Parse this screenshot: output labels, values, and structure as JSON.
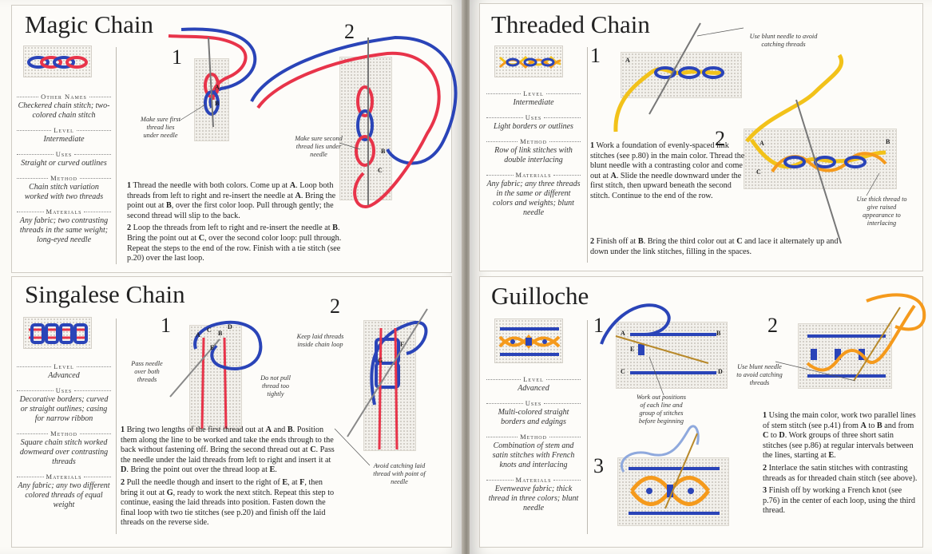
{
  "headers": {
    "other_names": "Other Names",
    "level": "Level",
    "uses": "Uses",
    "method": "Method",
    "materials": "Materials"
  },
  "magic": {
    "title": "Magic Chain",
    "other_names": "Checkered chain stitch; two-colored chain stitch",
    "level": "Intermediate",
    "uses": "Straight or curved outlines",
    "method": "Chain stitch variation worked with two threads",
    "materials": "Any fabric; two contrasting threads in the same weight; long-eyed needle",
    "num1": "1",
    "num2": "2",
    "note1": "Make sure first thread lies under needle",
    "note2": "Make sure second thread lies under needle",
    "lbl_a": "A",
    "lbl_b1": "B",
    "lbl_b2": "B",
    "lbl_c": "C",
    "s1_num": "1",
    "s1_a": " Thread the needle with both colors. Come up at ",
    "s1_b": "A",
    "s1_c": ". Loop both threads from left to right and re-insert the needle at ",
    "s1_d": "A",
    "s1_e": ". Bring the point out at ",
    "s1_f": "B",
    "s1_g": ", over the first color loop. Pull through gently; the second thread will slip to the back.",
    "s2_num": "2",
    "s2_a": " Loop the threads from left to right and re-insert the needle at ",
    "s2_b": "B",
    "s2_c": ". Bring the point out at ",
    "s2_d": "C",
    "s2_e": ", over the second color loop: pull through. Repeat the steps to the end of the row. Finish with a tie stitch (see p.20) over the last loop."
  },
  "singalese": {
    "title": "Singalese Chain",
    "level": "Advanced",
    "uses": "Decorative borders; curved or straight outlines; casing for narrow ribbon",
    "method": "Square chain stitch worked downward over contrasting threads",
    "materials": "Any fabric; any two different colored threads of equal weight",
    "num1": "1",
    "num2": "2",
    "note_pass": "Pass needle over both threads",
    "note_pull": "Do not pull thread too tightly",
    "note_keep": "Keep laid threads inside chain loop",
    "note_avoid": "Avoid catching laid thread with point of needle",
    "lbl_a": "A",
    "lbl_c": "C",
    "lbl_b": "B",
    "lbl_d": "D",
    "lbl_e": "E",
    "lbl_f": "F",
    "lbl_g": "G",
    "s1_num": "1",
    "s1_a": " Bring two lengths of the first thread out at ",
    "s1_b": "A",
    "s1_c": " and ",
    "s1_d": "B",
    "s1_e": ". Position them along the line to be worked and take the ends through to the back without fastening off. Bring the second thread out at ",
    "s1_f": "C",
    "s1_g": ". Pass the needle under the laid threads from left to right and insert it at ",
    "s1_h": "D",
    "s1_i": ". Bring the point out over the thread loop at ",
    "s1_j": "E",
    "s1_k": ".",
    "s2_num": "2",
    "s2_a": " Pull the needle though and insert to the right of ",
    "s2_b": "E",
    "s2_c": ", at ",
    "s2_d": "F",
    "s2_e": ", then bring it out at ",
    "s2_f": "G",
    "s2_g": ", ready to work the next stitch. Repeat this step to continue, easing the laid threads into position. Fasten down the final loop with two tie stitches (see p.20) and finish off the laid threads on the reverse side."
  },
  "threaded": {
    "title": "Threaded Chain",
    "level": "Intermediate",
    "uses": "Light borders or outlines",
    "method": "Row of link stitches with double interlacing",
    "materials": "Any fabric; any three threads in the same or different colors and weights; blunt needle",
    "num1": "1",
    "num2": "2",
    "note_blunt": "Use blunt needle to avoid catching threads",
    "note_thick": "Use thick thread to give raised appearance to interlacing",
    "lbl_a1": "A",
    "lbl_a2": "A",
    "lbl_b": "B",
    "lbl_c": "C",
    "s1_num": "1",
    "s1_a": " Work a foundation of evenly-spaced link stitches (see p.80) in the main color. Thread the blunt needle with a contrasting color and come out at ",
    "s1_b": "A",
    "s1_c": ". Slide the needle downward under the first stitch, then upward beneath the second stitch. Continue to the end of the row.",
    "s2_num": "2",
    "s2_a": " Finish off at ",
    "s2_b": "B",
    "s2_c": ". Bring the third color out at ",
    "s2_d": "C",
    "s2_e": " and lace it alternately up and down under the link stitches, filling in the spaces."
  },
  "guilloche": {
    "title": "Guilloche",
    "level": "Advanced",
    "uses": "Multi-colored straight borders and edgings",
    "method": "Combination of stem and satin stitches with French knots and interlacing",
    "materials": "Evenweave fabric; thick thread in three colors; blunt needle",
    "num1": "1",
    "num2": "2",
    "num3": "3",
    "note_work": "Work out positions of each line and group of stitches before beginning",
    "note_blunt": "Use blunt needle to avoid catching threads",
    "lbl_a": "A",
    "lbl_b": "B",
    "lbl_c": "C",
    "lbl_d": "D",
    "lbl_e": "E",
    "s1_num": "1",
    "s1_a": " Using the main color, work two parallel lines of stem stitch (see p.41) from ",
    "s1_b": "A",
    "s1_c": " to ",
    "s1_d": "B",
    "s1_e": " and from ",
    "s1_f": "C",
    "s1_g": " to ",
    "s1_h": "D",
    "s1_i": ". Work groups of three short satin stitches (see p.86) at regular intervals between the lines, starting at ",
    "s1_j": "E",
    "s1_k": ".",
    "s2_num": "2",
    "s2_a": " Interlace the satin stitches with contrasting threads as for threaded chain stitch (see above).",
    "s3_num": "3",
    "s3_a": " Finish off by working a French knot (see p.76) in the center of each loop, using the third thread."
  },
  "colors": {
    "red": "#e8344a",
    "blue": "#2a44b8",
    "orange": "#f59a1c",
    "yellow": "#f2c21a"
  }
}
